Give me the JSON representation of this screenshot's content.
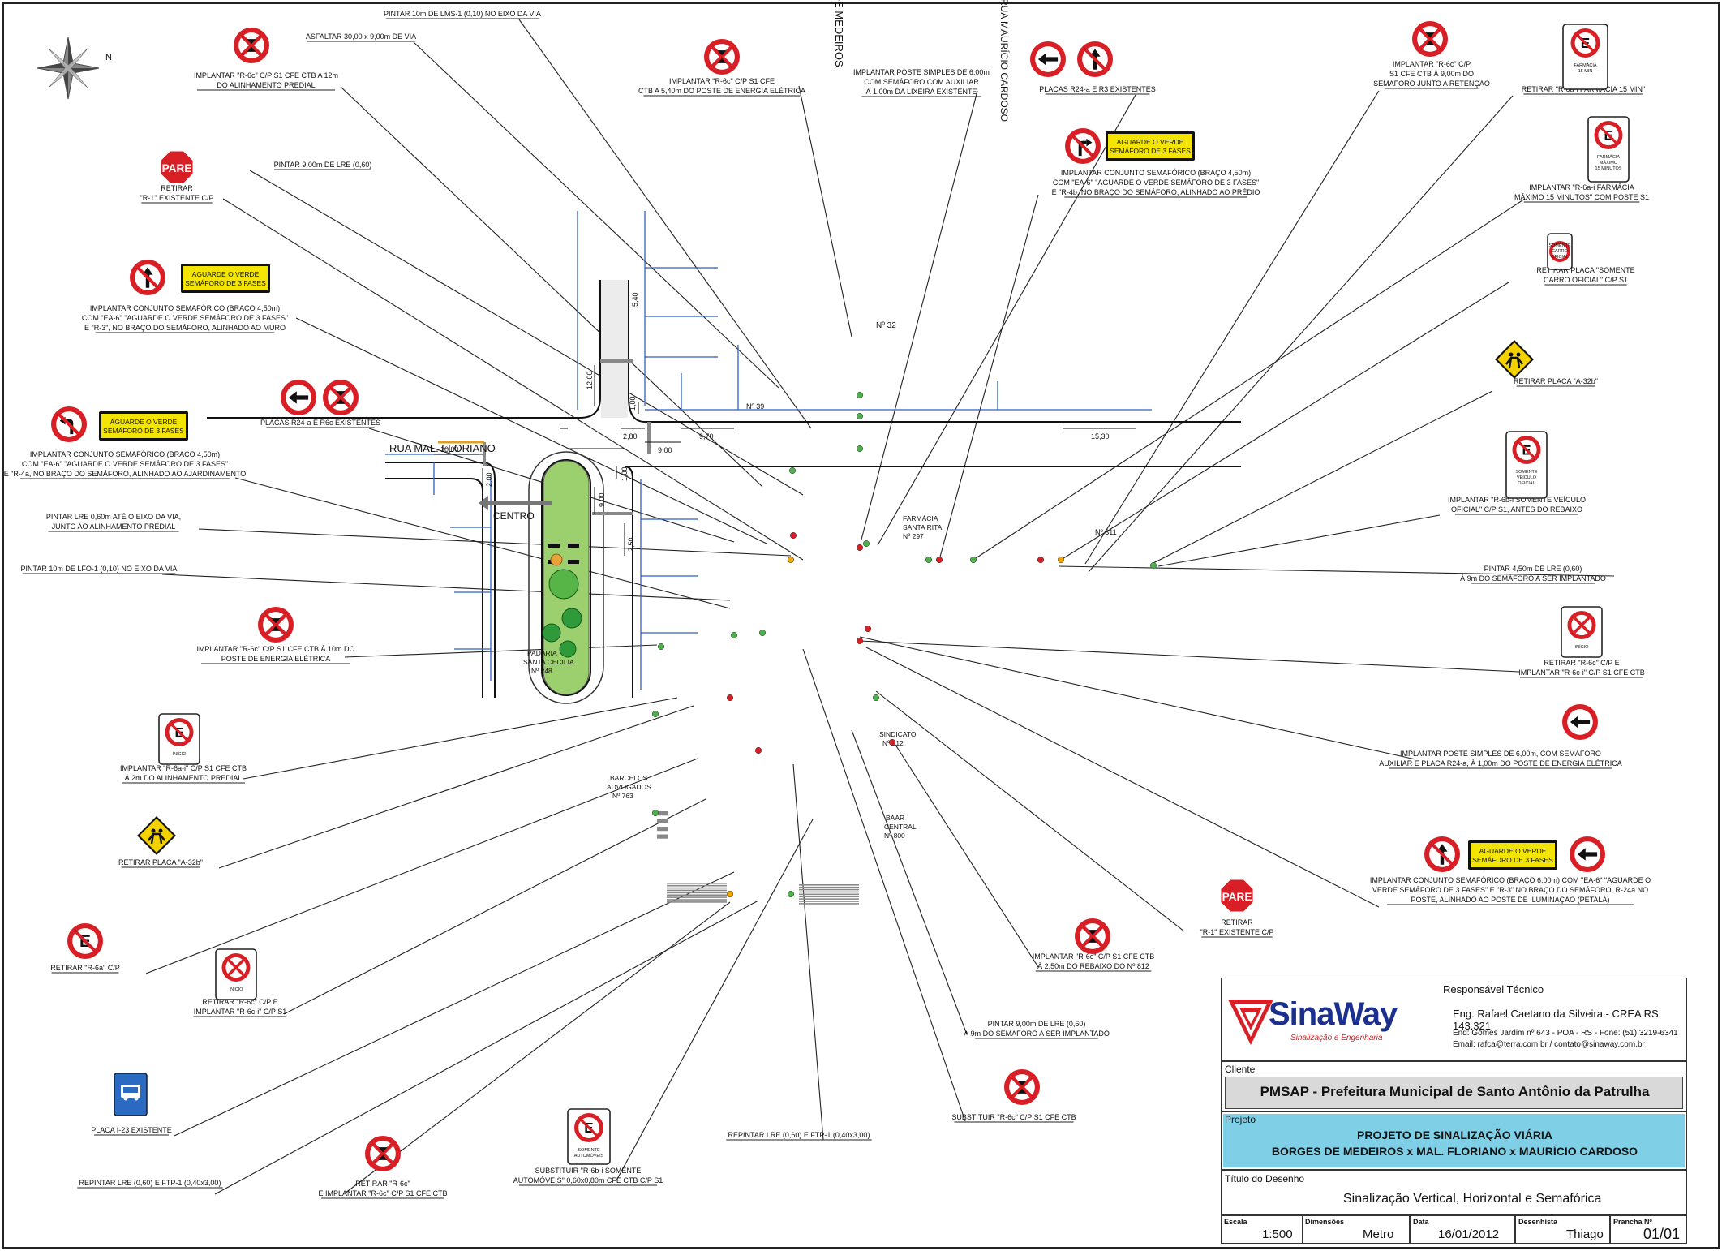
{
  "north_label": "N",
  "direction_label": "CENTRO",
  "streets": {
    "mauricio": "RUA MAURÍCIO CARDOSO",
    "floriano": "RUA MAL. FLORIANO",
    "borges": "AV. BORGES DE MEDEIROS"
  },
  "buildings": {
    "n39": "Nº 39",
    "n32": "Nº 32",
    "farmacia": [
      "FARMÁCIA",
      "SANTA RITA",
      "Nº 297"
    ],
    "n311": "Nº 311",
    "padaria": [
      "PADARIA",
      "SANTA CECILIA",
      "Nº 248"
    ],
    "sindicato": [
      "SINDICATO",
      "Nº 812"
    ],
    "barcelos": [
      "BARCELOS",
      "ADVOGADOS",
      "Nº 763"
    ],
    "baar": [
      "BAAR",
      "CENTRAL",
      "Nº 800"
    ]
  },
  "dimensions": {
    "d1": "5,40",
    "d2": "12,00",
    "d3": "1,00",
    "d4": "2,80",
    "d5": "9,00",
    "d6": "9,70",
    "d7": "15,30",
    "d8": "10,00",
    "d9": "2,00",
    "d10": "9,00",
    "d11": "1,00",
    "d12": "2,50"
  },
  "sign_texts": {
    "pare": "PARE",
    "aguarde": [
      "AGUARDE O VERDE",
      "SEMÁFORO DE 3 FASES"
    ],
    "farmacia15": [
      "FARMÁCIA",
      "15 MIN"
    ],
    "farmaciamax": [
      "FARMÁCIA",
      "MÁXIMO",
      "15 MINUTOS"
    ],
    "carro_oficial": [
      "SOMENTE",
      "CARRO",
      "OFICIAL"
    ],
    "veiculo_oficial": [
      "SOMENTE",
      "VEÍCULO",
      "OFICIAL"
    ],
    "inicio": "INÍCIO",
    "automoveis": [
      "SOMENTE",
      "AUTOMÓVEIS"
    ],
    "estacionamento_letter": "E"
  },
  "callouts": {
    "c01": [
      "PINTAR 10m DE LMS-1 (0,10) NO EIXO DA VIA"
    ],
    "c02": [
      "ASFALTAR 30,00 x 9,00m DE VIA"
    ],
    "c03": [
      "IMPLANTAR \"R-6c\" C/P S1 CFE CTB A 12m",
      "DO ALINHAMENTO PREDIAL"
    ],
    "c04": [
      "IMPLANTAR \"R-6c\" C/P S1 CFE",
      "CTB A 5,40m  DO POSTE  DE ENERGIA ELÉTRICA"
    ],
    "c05": [
      "IMPLANTAR POSTE SIMPLES DE 6,00m",
      "COM SEMÁFORO COM AUXILIAR",
      "À 1,00m DA LIXEIRA EXISTENTE"
    ],
    "c06": [
      "PLACAS R24-a E R3 EXISTENTES"
    ],
    "c07": [
      "IMPLANTAR \"R-6c\" C/P",
      "S1 CFE CTB À 9,00m DO",
      "SEMÁFORO JUNTO A RETENÇÃO"
    ],
    "c08": [
      "RETIRAR \"R-6a-i FARMÁCIA 15 MIN\""
    ],
    "c09": [
      "RETIRAR",
      "\"R-1\" EXISTENTE C/P"
    ],
    "c10": [
      "PINTAR 9,00m DE LRE (0,60)"
    ],
    "c11": [
      "IMPLANTAR CONJUNTO  SEMAFÓRICO (BRAÇO 4,50m)",
      "COM \"EA-6\" \"AGUARDE O VERDE SEMÁFORO DE 3 FASES\"",
      "E \"R-4b, NO BRAÇO DO SEMÁFORO, ALINHADO AO PRÉDIO"
    ],
    "c12": [
      "IMPLANTAR \"R-6a-i FARMÁCIA",
      "MÁXIMO 15 MINUTOS\" COM POSTE S1"
    ],
    "c13": [
      "IMPLANTAR CONJUNTO  SEMAFÓRICO (BRAÇO 4,50m)",
      "COM \"EA-6\" \"AGUARDE O VERDE SEMÁFORO DE 3 FASES\"",
      "E \"R-3\", NO BRAÇO DO SEMÁFORO, ALINHADO AO MURO"
    ],
    "c14": [
      "RETIRAR PLACA \"SOMENTE",
      "CARRO OFICIAL\" C/P S1"
    ],
    "c15": [
      "PLACAS R24-a E R6c EXISTENTES"
    ],
    "c16": [
      "RETIRAR PLACA \"A-32b\""
    ],
    "c17": [
      "IMPLANTAR CONJUNTO  SEMAFÓRICO (BRAÇO 4,50m)",
      "COM \"EA-6\" \"AGUARDE O VERDE SEMÁFORO DE 3 FASES\"",
      "E \"R-4a, NO BRAÇO DO SEMÁFORO, ALINHADO AO AJARDINAMENTO"
    ],
    "c18": [
      "IMPLANTAR \"R-6b-i SOMENTE VEÍCULO",
      "OFICIAL\" C/P S1, ANTES DO REBAIXO"
    ],
    "c19": [
      "PINTAR LRE 0,60m ATÉ O EIXO DA VIA,",
      "JUNTO AO ALINHAMENTO PREDIAL"
    ],
    "c20": [
      "PINTAR 10m DE LFO-1 (0,10) NO EIXO DA VIA"
    ],
    "c21": [
      "PINTAR 4,50m DE LRE (0,60)",
      "À 9m DO SEMÁFORO A SER IMPLANTADO"
    ],
    "c22": [
      "IMPLANTAR \"R-6c\" C/P S1 CFE CTB À 10m DO",
      "POSTE DE ENERGIA ELÉTRICA"
    ],
    "c23": [
      "RETIRAR \"R-6c\" C/P E",
      "IMPLANTAR \"R-6c-i\" C/P S1 CFE CTB"
    ],
    "c24": [
      "IMPLANTAR \"R-6a-i\" C/P S1 CFE CTB",
      "À 2m DO ALINHAMENTO PREDIAL"
    ],
    "c25": [
      "IMPLANTAR POSTE SIMPLES DE 6,00m, COM SEMÁFORO",
      "AUXILIAR E PLACA R24-a, À 1,00m DO POSTE DE ENERGIA ELÉTRICA"
    ],
    "c26": [
      "RETIRAR PLACA \"A-32b\""
    ],
    "c27": [
      "IMPLANTAR CONJUNTO  SEMAFÓRICO (BRAÇO 6,00m) COM \"EA-6\" \"AGUARDE O",
      "VERDE SEMÁFORO DE 3 FASES\" E \"R-3\" NO BRAÇO DO SEMÁFORO, R-24a NO",
      "POSTE, ALINHADO AO POSTE DE ILUMINAÇÃO (PÉTALA)"
    ],
    "c28": [
      "RETIRAR",
      "\"R-1\" EXISTENTE C/P"
    ],
    "c29": [
      "RETIRAR \"R-6a\" C/P"
    ],
    "c30": [
      "IMPLANTAR \"R-6c\" C/P S1 CFE CTB",
      "À 2,50m DO REBAIXO DO Nº 812"
    ],
    "c31": [
      "RETIRAR \"R-6c\" C/P E",
      "IMPLANTAR \"R-6c-i\" C/P S1"
    ],
    "c32": [
      "PINTAR 9,00m DE LRE (0,60)",
      "À 9m DO SEMÁFORO A SER IMPLANTADO"
    ],
    "c33": [
      "SUBSTITUIR \"R-6c\" C/P S1 CFE CTB"
    ],
    "c34": [
      "PLACA I-23 EXISTENTE"
    ],
    "c35": [
      "REPINTAR LRE (0,60) E FTP-1 (0,40x3,00)"
    ],
    "c36": [
      "RETIRAR \"R-6c\"",
      "E IMPLANTAR \"R-6c\" C/P S1 CFE CTB"
    ],
    "c37": [
      "SUBSTITUIR \"R-6b-i SOMENTE",
      "AUTOMÓVEIS\" 0,60x0,80m CFE CTB C/P S1"
    ],
    "c38": [
      "REPINTAR LRE (0,60) E FTP-1 (0,40x3,00)"
    ]
  },
  "title_block": {
    "resp_label": "Responsável Técnico",
    "logo_name": "SinaWay",
    "logo_tag": "Sinalização e Engenharia",
    "engineer": "Eng. Rafael Caetano da Silveira - CREA RS 143.321",
    "address": "End: Gomes Jardim nº 643 - POA - RS - Fone: (51) 3219-6341",
    "email": "Email: rafca@terra.com.br / contato@sinaway.com.br",
    "cliente_label": "Cliente",
    "cliente": "PMSAP - Prefeitura Municipal de Santo Antônio da Patrulha",
    "projeto_label": "Projeto",
    "projeto_1": "PROJETO DE SINALIZAÇÃO VIÁRIA",
    "projeto_2": "BORGES DE MEDEIROS x MAL. FLORIANO x MAURÍCIO CARDOSO",
    "titulo_label": "Título do Desenho",
    "titulo": "Sinalização Vertical, Horizontal e Semafórica",
    "escala_label": "Escala",
    "escala": "1:500",
    "dimensoes_label": "Dimensões",
    "dimensoes": "Metro",
    "data_label": "Data",
    "data": "16/01/2012",
    "desenhista_label": "Desenhista",
    "desenhista": "Thiago",
    "prancha_label": "Prancha Nº",
    "prancha": "01/01"
  },
  "colors": {
    "sign_red": "#d81f26",
    "ea6_yellow": "#f4e500",
    "road_blue": "#2f5fc4",
    "median_green": "#9ccf6e",
    "dim_green": "#2e9d3a",
    "logo_blue": "#1b2f8f",
    "projeto_bg": "#7fd0e6",
    "cliente_bg": "#d9d9d9"
  }
}
